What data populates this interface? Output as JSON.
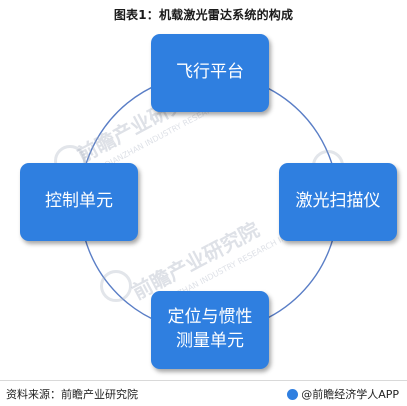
{
  "title": "图表1：机载激光雷达系统的构成",
  "nodes": {
    "top": "飞行平台",
    "left": "控制单元",
    "right": "激光扫描仪",
    "bottom_line1": "定位与惯性",
    "bottom_line2": "测量单元"
  },
  "watermark": {
    "main": "前瞻产业研究院",
    "sub": "QIANZHAN INDUSTRY RESEARCH INSTITUTE"
  },
  "footer": {
    "source": "资料来源：前瞻产业研究院",
    "brand": "@前瞻经济学人APP"
  },
  "colors": {
    "node_fill": "#2f7fe0",
    "ring": "#5a7ec6"
  }
}
